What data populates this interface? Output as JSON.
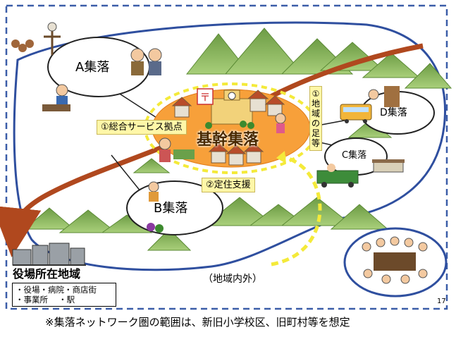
{
  "settlements": {
    "a": "A集落",
    "b": "B集落",
    "c": "C集落",
    "d": "D集落"
  },
  "hub": {
    "label": "基幹集落",
    "service_point": "①総合サービス拠点",
    "settlement_support": "②定住支援"
  },
  "transport": {
    "chars": [
      "①",
      "地",
      "域",
      "の",
      "足",
      "等"
    ]
  },
  "office_area": {
    "title": "役場所在地域",
    "items": [
      "・役場・病院・商店街",
      "・事業所　 ・駅"
    ]
  },
  "inside_outside_label": "（地域内外）",
  "page_number": "17",
  "footnote": "※集落ネットワーク圏の範囲は、新旧小学校区、旧町村等を想定",
  "colors": {
    "frame_dash": "#3b5da8",
    "region_outline": "#2f4f9f",
    "hub_orange": "#f7a03a",
    "hub_yellow_ring": "#f4ea3a",
    "arrow_brown": "#b0481e",
    "mountain_green": "#88b45c",
    "label_yellow": "#fff7a8"
  }
}
